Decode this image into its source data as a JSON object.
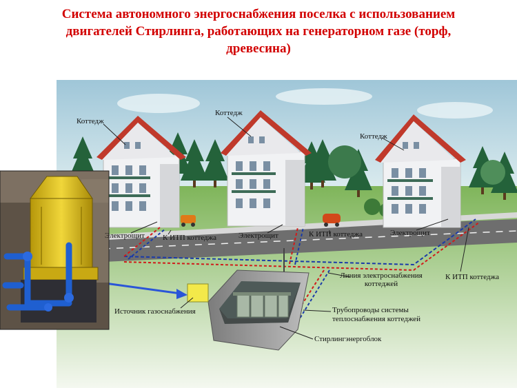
{
  "title": {
    "line1": "Система автономного энергоснабжения  поселка с использованием",
    "line2": "двигателей Стирлинга, работающих на генераторном газе (торф,",
    "line3": "древесина)"
  },
  "labels": {
    "cottage1": "Коттедж",
    "cottage2": "Коттедж",
    "cottage3": "Коттедж",
    "elshield1": "Электрощит",
    "elshield2": "Электрощит",
    "elshield3": "Электрощит",
    "itp1": "К ИТП коттеджа",
    "itp2": "К ИТП коттеджа",
    "itp3": "К ИТП коттеджа",
    "power_line": "Линия электроснабжения коттеджей",
    "heat_pipes_1": "Трубопроводы системы",
    "heat_pipes_2": "теплоснабжения коттеджей",
    "gas_source": "Источник газоснабжения",
    "stirling_unit": "Стирлингэнергоблок"
  },
  "colors": {
    "title": "#d20000",
    "sky": "#b8d4de",
    "grass": "#7fb55a",
    "road": "#6e6e6e",
    "roof": "#c0392b",
    "wall": "#f1f2f4",
    "machine_yellow": "#e2c21a",
    "pipe_blue": "#1f5fd0",
    "power_line": "#1a3aa8",
    "heat_line_red": "#d11a1a",
    "arrow": "#2a55d8",
    "gas_box": "#f3e94a"
  }
}
